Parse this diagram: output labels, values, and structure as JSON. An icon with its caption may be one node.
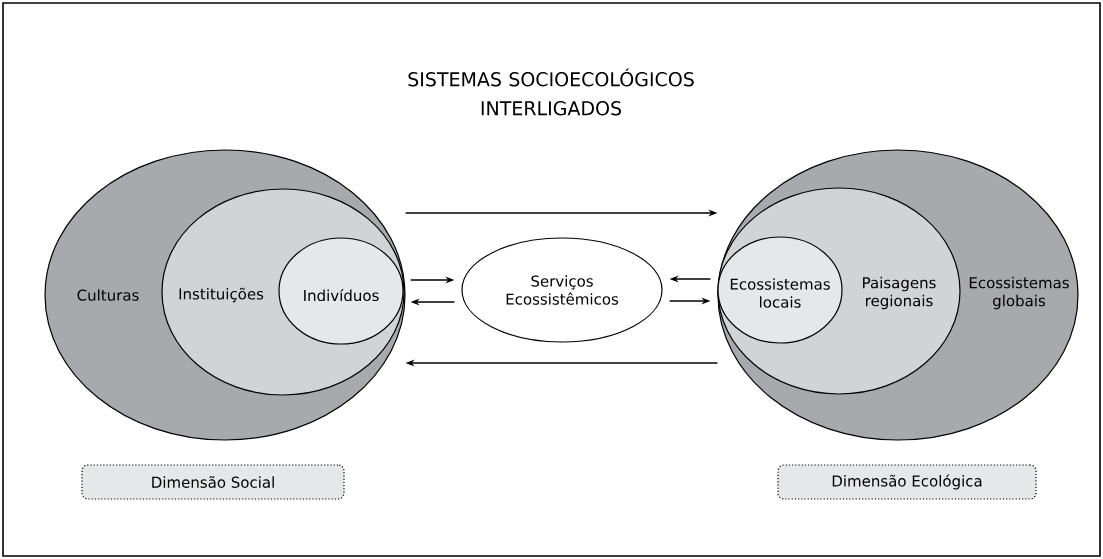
{
  "diagram": {
    "title": "SISTEMAS SOCIOECOLÓGICOS INTERLIGADOS",
    "nodes": [
      {
        "text": [
          "Culturas"
        ]
      },
      {
        "text": [
          "Instituições"
        ],
        "in": 0
      },
      {
        "text": [
          "Indivíduos"
        ],
        "in": 1
      },
      {
        "text": [
          "Serviços Ecossistêmicos"
        ]
      },
      {
        "text": [
          "Ecossistemas globais"
        ]
      },
      {
        "text": [
          "Paisagens regionais"
        ],
        "in": 4
      },
      {
        "text": [
          "Ecossistemas locais"
        ],
        "in": 5
      },
      {
        "text": [
          "Dimensão Social"
        ]
      },
      {
        "text": [
          "Dimensão Ecológica"
        ]
      }
    ],
    "edges": [
      {
        "from": 0,
        "to": 4,
        "arrow": "to"
      },
      {
        "from": 4,
        "to": 0,
        "arrow": "to"
      },
      {
        "from": 2,
        "to": 3,
        "arrow": "to"
      },
      {
        "from": 3,
        "to": 2,
        "arrow": "to"
      },
      {
        "from": 6,
        "to": 3,
        "arrow": "to"
      },
      {
        "from": 3,
        "to": 6,
        "arrow": "to"
      }
    ]
  }
}
